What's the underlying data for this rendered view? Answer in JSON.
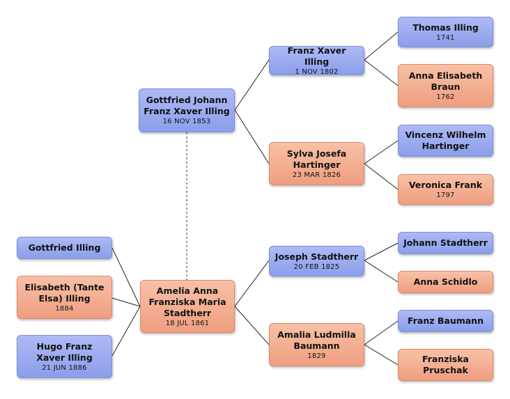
{
  "colors": {
    "male": "#9aaaf0",
    "female": "#f4ad90",
    "line": "#222222"
  },
  "people": {
    "gottfried_johann": {
      "name": "Gottfried Johann Franz  Xaver Illing",
      "date": "16 NOV 1853"
    },
    "franz_xaver": {
      "name": "Franz Xaver Illing",
      "date": "1 NOV 1802"
    },
    "thomas": {
      "name": "Thomas Illing",
      "date": "1741"
    },
    "anna_elisabeth": {
      "name": "Anna Elisabeth Braun",
      "date": "1762"
    },
    "sylva": {
      "name": "Sylva Josefa Hartinger",
      "date": "23 MAR 1826"
    },
    "vincenz": {
      "name": "Vincenz Wilhelm Hartinger",
      "date": ""
    },
    "veronica": {
      "name": "Veronica Frank",
      "date": "1797"
    },
    "amelia": {
      "name": "Amelia Anna Franziska Maria Stadtherr",
      "date": "18 JUL 1861"
    },
    "joseph": {
      "name": "Joseph Stadtherr",
      "date": "20 FEB 1825"
    },
    "johann": {
      "name": "Johann Stadtherr",
      "date": ""
    },
    "anna_schidlo": {
      "name": "Anna Schidlo",
      "date": ""
    },
    "amalia": {
      "name": "Amalia Ludmilla Baumann",
      "date": "1829"
    },
    "franz_baumann": {
      "name": "Franz Baumann",
      "date": ""
    },
    "franziska": {
      "name": "Franziska Pruschak",
      "date": ""
    },
    "gottfried_child": {
      "name": "Gottfried Illing",
      "date": ""
    },
    "elisabeth_child": {
      "name": "Elisabeth (Tante Elsa) Illing",
      "date": "1884"
    },
    "hugo_child": {
      "name": "Hugo Franz Xaver Illing",
      "date": "21 JUN 1886"
    }
  }
}
